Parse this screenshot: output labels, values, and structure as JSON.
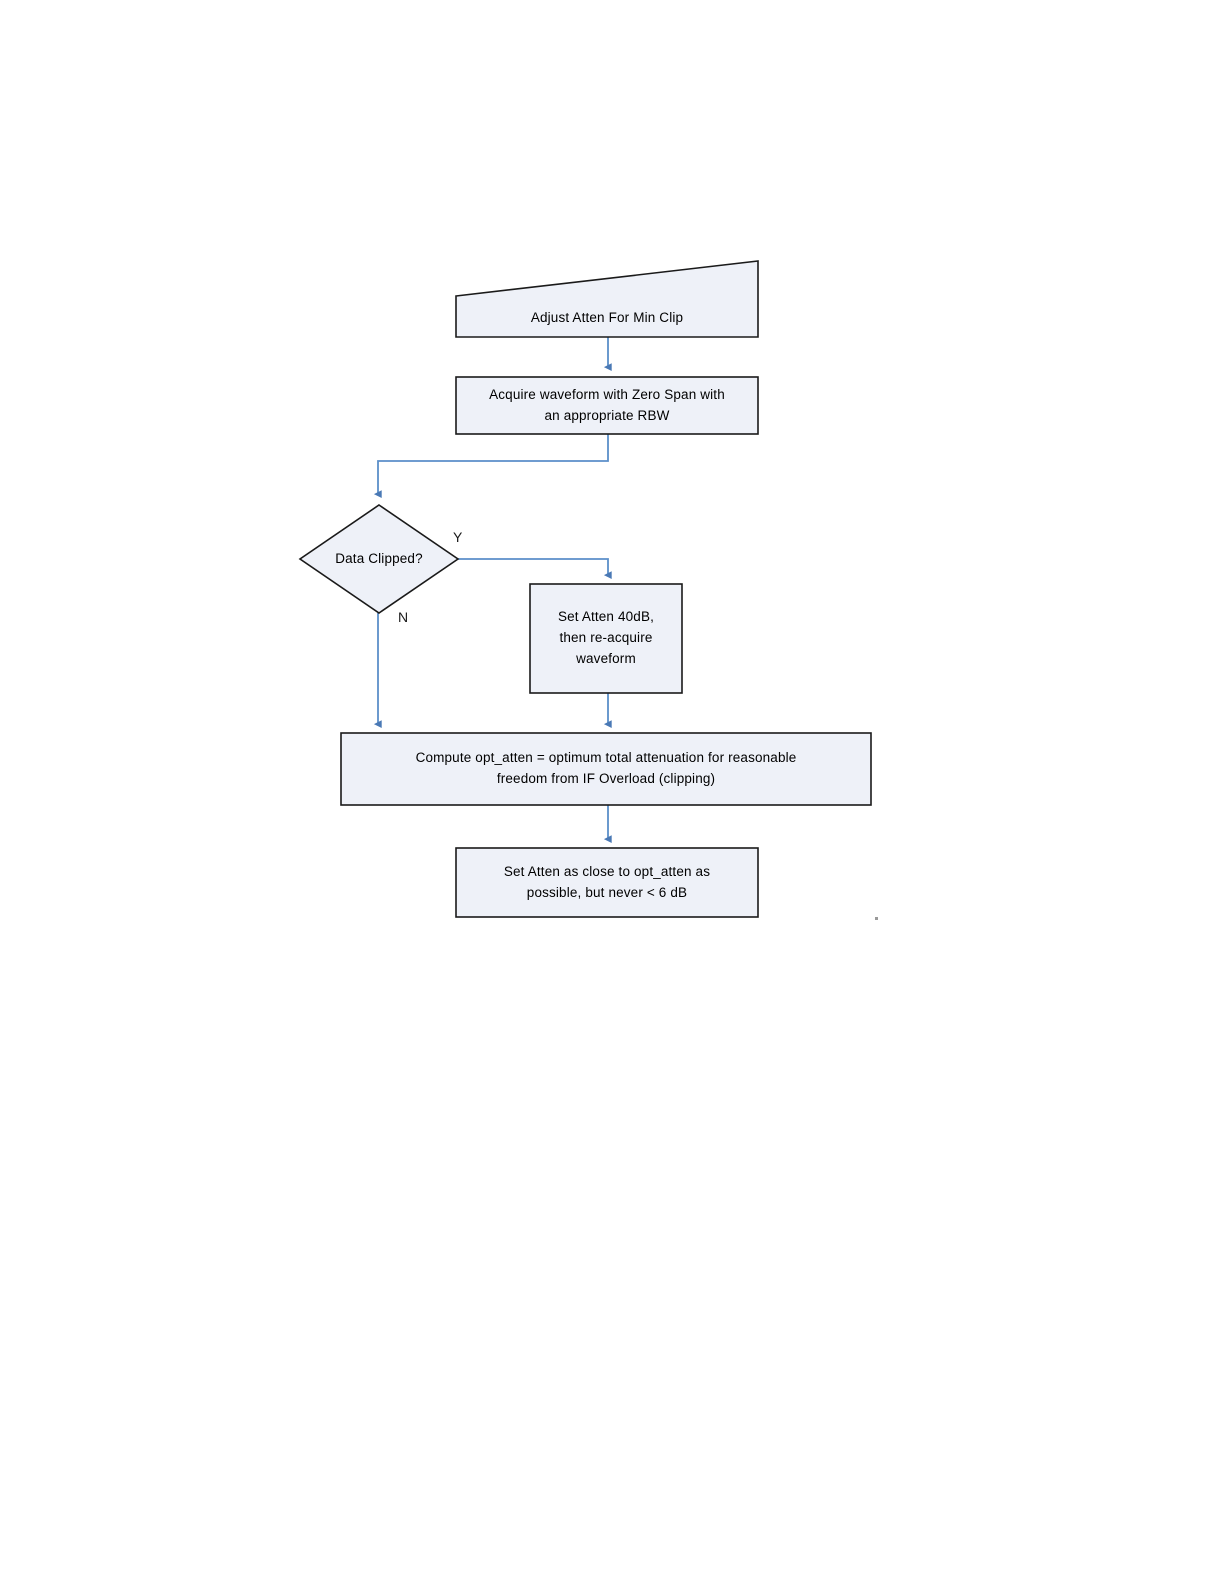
{
  "diagram": {
    "type": "flowchart",
    "title": "Adjust Atten For Min Clip",
    "orientation": "top-to-bottom",
    "palette": {
      "node_fill": "#eef1f8",
      "node_stroke": "#1a1a1a",
      "connector": "#5b8fc9",
      "arrowhead": "#4a79b5",
      "text": "#000000",
      "page_background": "#ffffff"
    },
    "nodes": [
      {
        "id": "start",
        "shape": "trapezoid",
        "label": "Adjust Atten For Min Clip"
      },
      {
        "id": "acquire",
        "shape": "rectangle",
        "label": "Acquire waveform with Zero Span with\nan appropriate RBW"
      },
      {
        "id": "decision",
        "shape": "diamond",
        "label": "Data Clipped?"
      },
      {
        "id": "set40",
        "shape": "rectangle",
        "label": "Set Atten 40dB,\nthen re-acquire\nwaveform"
      },
      {
        "id": "compute",
        "shape": "rectangle",
        "label": "Compute opt_atten = optimum total attenuation for reasonable\nfreedom from IF Overload (clipping)"
      },
      {
        "id": "setclose",
        "shape": "rectangle",
        "label": "Set Atten as close to opt_atten as\npossible, but never < 6 dB"
      }
    ],
    "edges": [
      {
        "id": "e1",
        "from": "start",
        "to": "acquire",
        "label": ""
      },
      {
        "id": "e2",
        "from": "acquire",
        "to": "decision",
        "label": ""
      },
      {
        "id": "e3",
        "from": "decision",
        "to": "set40",
        "label": "Y"
      },
      {
        "id": "e4",
        "from": "decision",
        "to": "compute",
        "label": "N"
      },
      {
        "id": "e5",
        "from": "set40",
        "to": "compute",
        "label": ""
      },
      {
        "id": "e6",
        "from": "compute",
        "to": "setclose",
        "label": ""
      }
    ],
    "branch_labels": {
      "yes": "Y",
      "no": "N"
    }
  }
}
